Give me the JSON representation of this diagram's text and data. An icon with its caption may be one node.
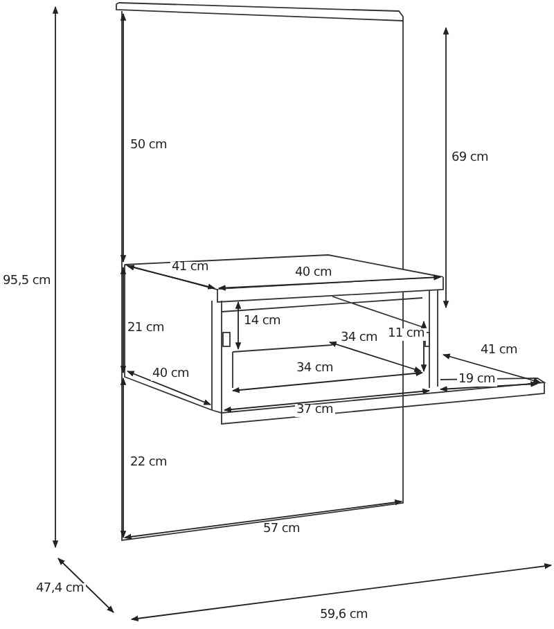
{
  "diagram": {
    "labels": [
      "50 cm",
      "69 cm",
      "95,5 cm",
      "41 cm",
      "40 cm",
      "21 cm",
      "14 cm",
      "34 cm",
      "11 cm",
      "41 cm",
      "40 cm",
      "34 cm",
      "19 cm",
      "37 cm",
      "22 cm",
      "57 cm",
      "47,4 cm",
      "59,6 cm"
    ]
  }
}
